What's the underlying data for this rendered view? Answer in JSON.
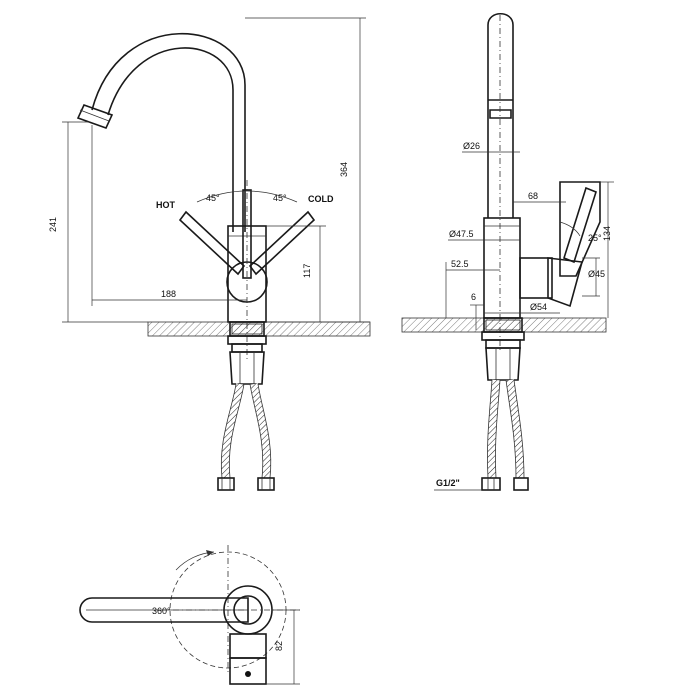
{
  "front_view": {
    "dim_total_height": "364",
    "dim_spout_height": "241",
    "dim_reach": "188",
    "dim_lever_height": "117",
    "label_hot": "HOT",
    "label_cold": "COLD",
    "angle_left": "45°",
    "angle_right": "45°"
  },
  "side_view": {
    "dim_spout_diameter": "Ø26",
    "dim_lever_offset": "68",
    "dim_body_diameter": "Ø47.5",
    "dim_lever_angle": "25°",
    "dim_lever_height": "134",
    "dim_offset": "52.5",
    "dim_handle_diameter": "Ø45",
    "dim_base_thickness": "6",
    "dim_base_diameter": "Ø54",
    "dim_thread": "G1/2\""
  },
  "top_view": {
    "rotation": "360°",
    "dim_depth": "82"
  }
}
